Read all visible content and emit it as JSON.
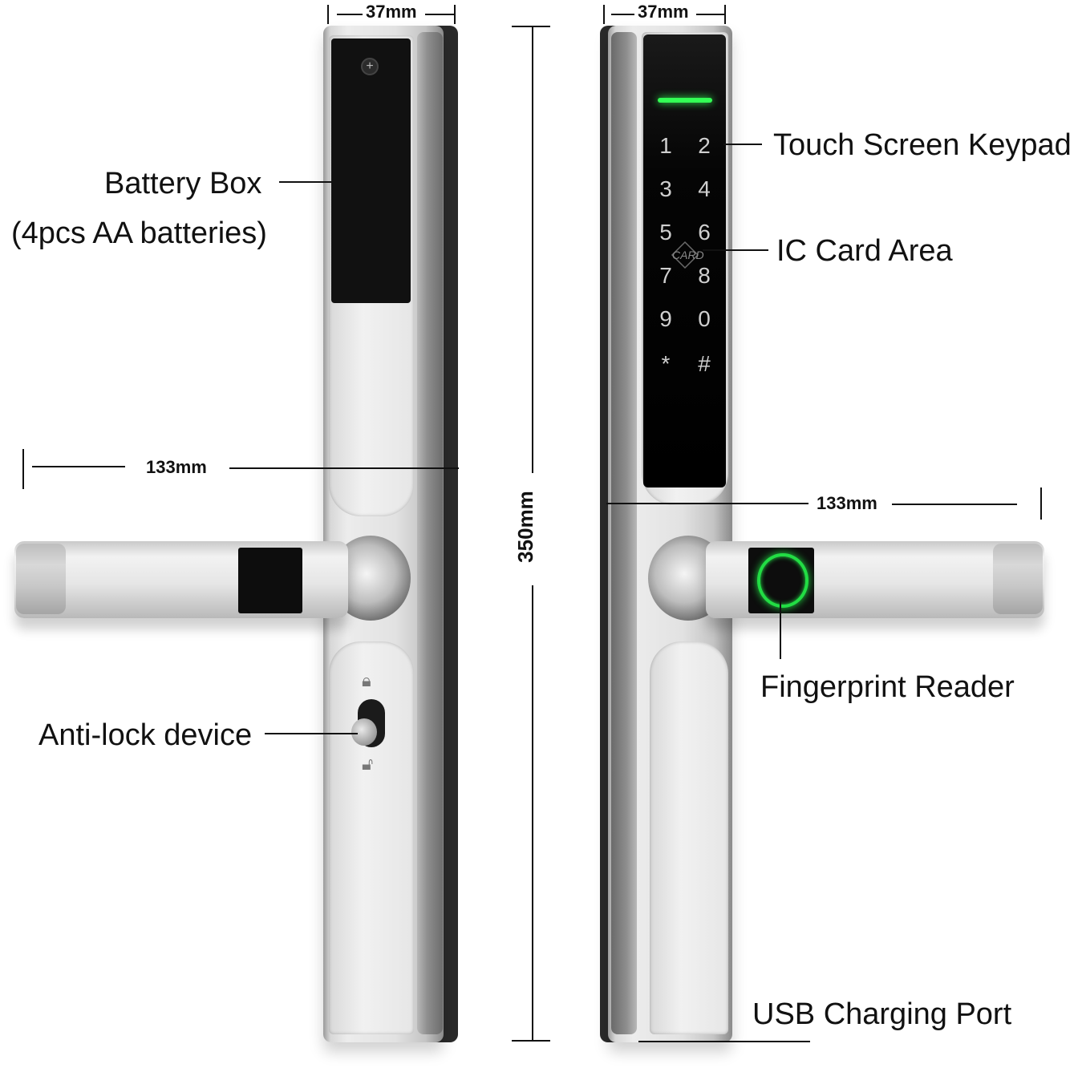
{
  "labels": {
    "battery_box": "Battery Box",
    "battery_detail": "(4pcs AA batteries)",
    "touch_keypad": "Touch Screen Keypad",
    "ic_card": "IC Card Area",
    "fingerprint": "Fingerprint Reader",
    "anti_lock": "Anti-lock device",
    "usb_port": "USB Charging Port"
  },
  "dimensions": {
    "width_left": "37mm",
    "width_right": "37mm",
    "handle_left": "133mm",
    "handle_right": "133mm",
    "height": "350mm"
  },
  "keypad": {
    "keys": [
      "1",
      "2",
      "3",
      "4",
      "5",
      "6",
      "7",
      "8",
      "9",
      "0",
      "*",
      "#"
    ],
    "card_label": "CARD"
  },
  "colors": {
    "led": "#33ff55",
    "fingerprint_ring": "#22dd44"
  }
}
